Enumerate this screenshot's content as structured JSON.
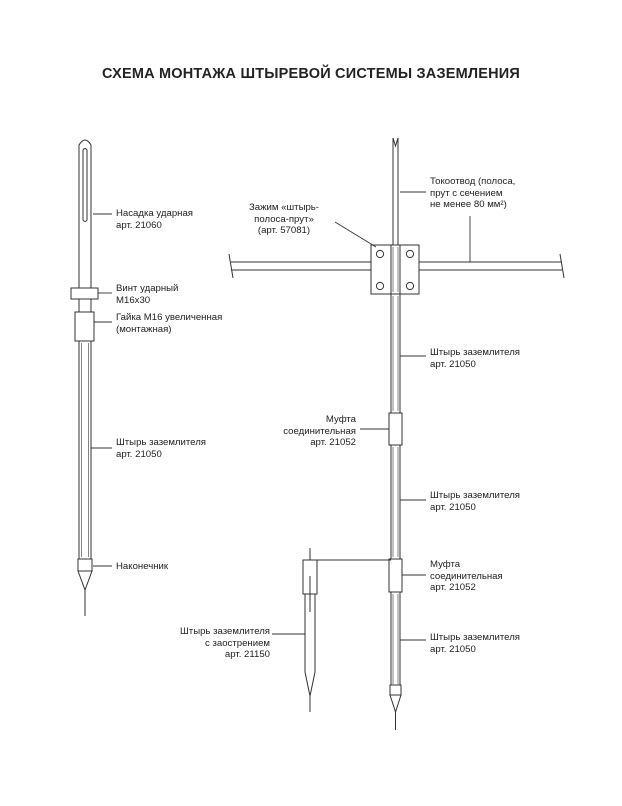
{
  "title": "СХЕМА МОНТАЖА ШТЫРЕВОЙ СИСТЕМЫ ЗАЗЕМЛЕНИЯ",
  "left_assembly": {
    "adapter": [
      "Насадка ударная",
      "арт. 21060"
    ],
    "screw": [
      "Винт ударный",
      "М16х30"
    ],
    "nut": [
      "Гайка М16 увеличенная",
      "(монтажная)"
    ],
    "rod": [
      "Штырь заземлителя",
      "арт. 21050"
    ],
    "tip": [
      "Наконечник"
    ]
  },
  "right_assembly": {
    "down_conductor": [
      "Токоотвод (полоса,",
      "прут с сечением",
      "не менее 80 мм²)"
    ],
    "clamp": [
      "Зажим «штырь-",
      "полоса-прут»",
      "(арт. 57081)"
    ],
    "rod_1": [
      "Штырь заземлителя",
      "арт. 21050"
    ],
    "coupling_1": [
      "Муфта",
      "соединительная",
      "арт. 21052"
    ],
    "rod_2": [
      "Штырь заземлителя",
      "арт. 21050"
    ],
    "coupling_2": [
      "Муфта",
      "соединительная",
      "арт. 21052"
    ],
    "rod_3": [
      "Штырь заземлителя",
      "арт. 21050"
    ],
    "sharpened_rod": [
      "Штырь заземлителя",
      "с заострением",
      "арт. 21150"
    ]
  }
}
